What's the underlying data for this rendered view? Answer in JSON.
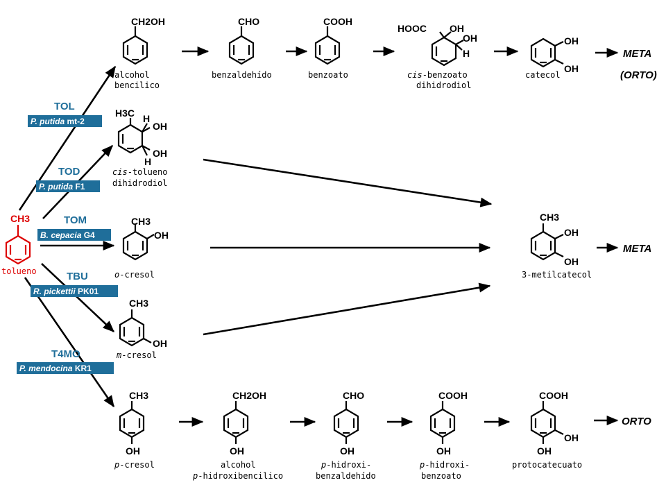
{
  "colors": {
    "red": "#dd0000",
    "box": "#1f6e9a",
    "group": "#1f6e9a",
    "ink": "#000000"
  },
  "start": {
    "substituent": "CH3",
    "label": "tolueno"
  },
  "pathways": [
    {
      "name": "TOL",
      "organism": "P. putida",
      "strain": "mt-2"
    },
    {
      "name": "TOD",
      "organism": "P. putida",
      "strain": "F1"
    },
    {
      "name": "TOM",
      "organism": "B. cepacia",
      "strain": "G4"
    },
    {
      "name": "TBU",
      "organism": "R. pickettii",
      "strain": "PK01"
    },
    {
      "name": "T4MO",
      "organism": "P. mendocina",
      "strain": "KR1"
    }
  ],
  "compounds": {
    "alcohol_bencilico": {
      "top": "CH2OH",
      "line1": "alcohol",
      "line2": "bencilico"
    },
    "benzaldehido": {
      "top": "CHO",
      "line1": "benzaldehído"
    },
    "benzoato": {
      "top": "COOH",
      "line1": "benzoato"
    },
    "cis_benzoato": {
      "g1": "HOOC",
      "g2": "OH",
      "g3": "OH",
      "g4": "H",
      "italic": "cis",
      "line1rest": "-benzoato",
      "line2": "dihidrodiol"
    },
    "catecol": {
      "g1": "OH",
      "g2": "OH",
      "line1": "catecol"
    },
    "cis_tolueno": {
      "g1": "H3C",
      "g2": "H",
      "g3": "OH",
      "g4": "OH",
      "g5": "H",
      "italic": "cis",
      "line1rest": "-tolueno",
      "line2": "dihidrodiol"
    },
    "o_cresol": {
      "g1": "CH3",
      "g2": "OH",
      "italic": "o",
      "line1rest": "-cresol"
    },
    "m_cresol": {
      "g1": "CH3",
      "g2": "OH",
      "italic": "m",
      "line1rest": "-cresol"
    },
    "metilcatecol": {
      "g1": "CH3",
      "g2": "OH",
      "g3": "OH",
      "line1": "3-metilcatecol"
    },
    "p_cresol": {
      "top": "CH3",
      "bottom": "OH",
      "italic": "p",
      "line1rest": "-cresol"
    },
    "p_hb_alcohol": {
      "top": "CH2OH",
      "bottom": "OH",
      "line1": "alcohol",
      "italic": "p",
      "line2rest": "-hidroxibencilico"
    },
    "p_hb_aldehyde": {
      "top": "CHO",
      "bottom": "OH",
      "italic": "p",
      "line1rest": "-hidroxi-",
      "line2": "benzaldehído"
    },
    "p_hb_benzoate": {
      "top": "COOH",
      "bottom": "OH",
      "italic": "p",
      "line1rest": "-hidroxi-",
      "line2": "benzoato"
    },
    "protocatecuato": {
      "top": "COOH",
      "g1": "OH",
      "g2": "OH",
      "line1": "protocatecuato"
    }
  },
  "fates": {
    "meta1": "META",
    "orto_paren": "(ORTO)",
    "meta2": "META",
    "orto2": "ORTO"
  }
}
